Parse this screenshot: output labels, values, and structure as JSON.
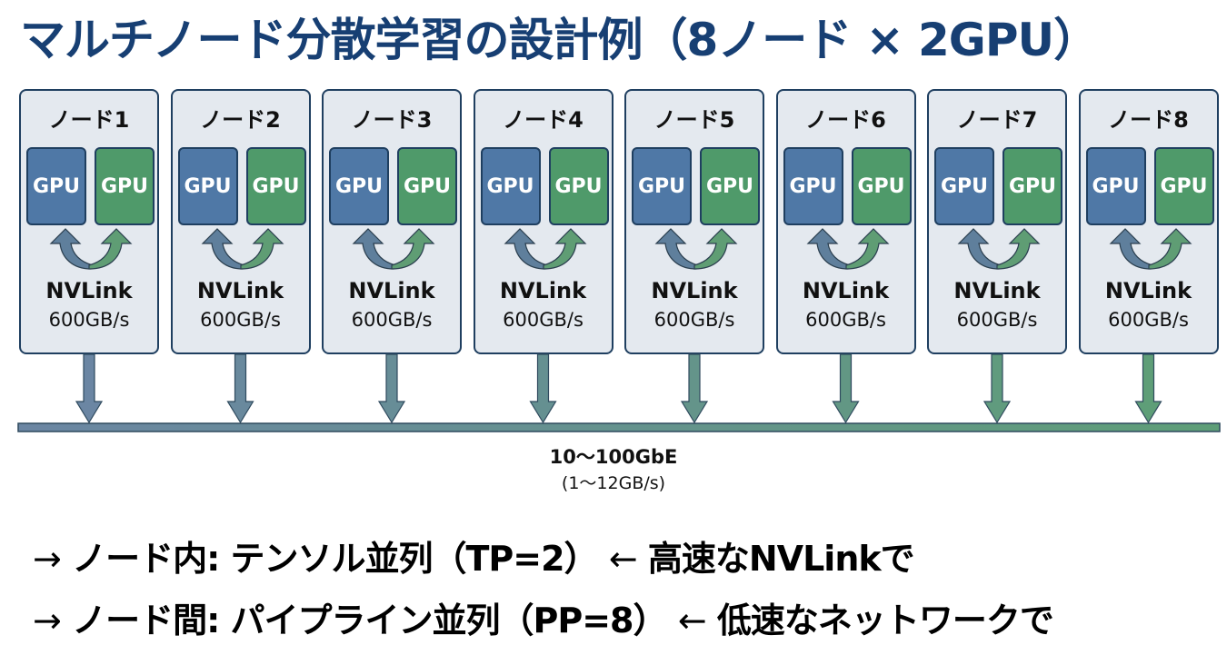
{
  "title": "マルチノード分散学習の設計例（8ノード × 2GPU）",
  "colors": {
    "title": "#173f73",
    "node_bg": "#e4e9ef",
    "node_border": "#1f3f60",
    "gpu_blue": "#4f78a6",
    "gpu_green": "#4f9a6a",
    "bus_start": "#6b86a3",
    "bus_end": "#5e9e78"
  },
  "nodes": [
    {
      "label": "ノード1",
      "gpus": [
        "GPU",
        "GPU"
      ],
      "link": "NVLink",
      "bandwidth": "600GB/s"
    },
    {
      "label": "ノード2",
      "gpus": [
        "GPU",
        "GPU"
      ],
      "link": "NVLink",
      "bandwidth": "600GB/s"
    },
    {
      "label": "ノード3",
      "gpus": [
        "GPU",
        "GPU"
      ],
      "link": "NVLink",
      "bandwidth": "600GB/s"
    },
    {
      "label": "ノード4",
      "gpus": [
        "GPU",
        "GPU"
      ],
      "link": "NVLink",
      "bandwidth": "600GB/s"
    },
    {
      "label": "ノード5",
      "gpus": [
        "GPU",
        "GPU"
      ],
      "link": "NVLink",
      "bandwidth": "600GB/s"
    },
    {
      "label": "ノード6",
      "gpus": [
        "GPU",
        "GPU"
      ],
      "link": "NVLink",
      "bandwidth": "600GB/s"
    },
    {
      "label": "ノード7",
      "gpus": [
        "GPU",
        "GPU"
      ],
      "link": "NVLink",
      "bandwidth": "600GB/s"
    },
    {
      "label": "ノード8",
      "gpus": [
        "GPU",
        "GPU"
      ],
      "link": "NVLink",
      "bandwidth": "600GB/s"
    }
  ],
  "network": {
    "label": "10〜100GbE",
    "bandwidth": "(1〜12GB/s)"
  },
  "notes": [
    {
      "arrow": "→",
      "text": "ノード内: テンソル並列（TP=2）",
      "back_arrow": "←",
      "reason": "高速なNVLinkで"
    },
    {
      "arrow": "→",
      "text": "ノード間: パイプライン並列（PP=8）",
      "back_arrow": "←",
      "reason": "低速なネットワークで"
    }
  ]
}
